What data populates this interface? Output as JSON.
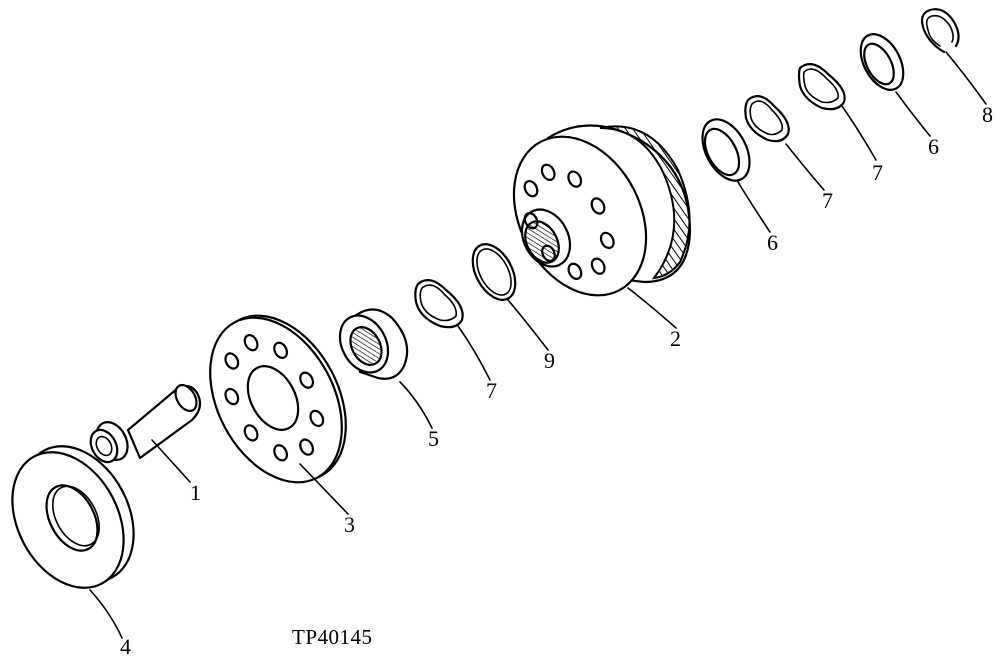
{
  "figure_id": "TP40145",
  "callouts": [
    {
      "id": "c1",
      "label": "1"
    },
    {
      "id": "c2",
      "label": "2"
    },
    {
      "id": "c3",
      "label": "3"
    },
    {
      "id": "c4",
      "label": "4"
    },
    {
      "id": "c5",
      "label": "5"
    },
    {
      "id": "c6a",
      "label": "6"
    },
    {
      "id": "c6b",
      "label": "6"
    },
    {
      "id": "c7a",
      "label": "7"
    },
    {
      "id": "c7b",
      "label": "7"
    },
    {
      "id": "c7c",
      "label": "7"
    },
    {
      "id": "c8",
      "label": "8"
    },
    {
      "id": "c9",
      "label": "9"
    }
  ]
}
